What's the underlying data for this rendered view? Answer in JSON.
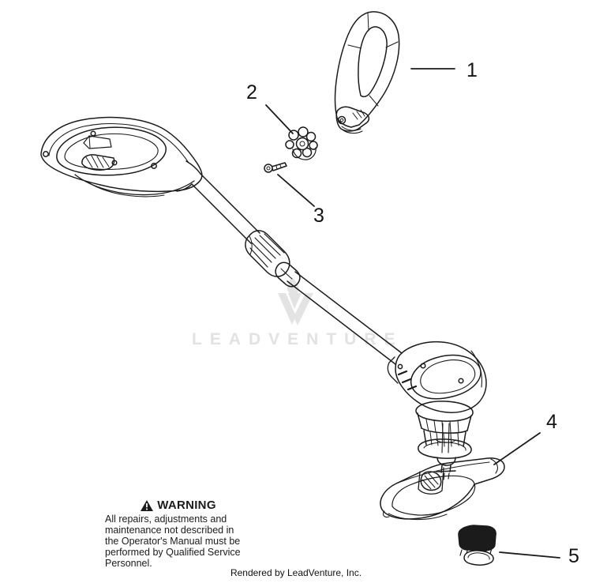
{
  "colors": {
    "line": "#1b1b1b",
    "watermark": "#e2e2e2",
    "spool_cap_fill": "#1b1b1b",
    "background": "#ffffff"
  },
  "watermark": {
    "text": "LEADVENTURE",
    "logo_icon": "leadventure-flame-v"
  },
  "diagram": {
    "callouts": [
      {
        "label": "1"
      },
      {
        "label": "2"
      },
      {
        "label": "3"
      },
      {
        "label": "4"
      },
      {
        "label": "5"
      }
    ]
  },
  "warning": {
    "icon": "warning-triangle",
    "title": "WARNING",
    "lines": [
      "All repairs, adjustments and",
      "maintenance not described in",
      "the Operator's Manual must be",
      "performed by Qualified Service",
      "Personnel."
    ]
  },
  "footer": {
    "credit": "Rendered by LeadVenture, Inc."
  }
}
